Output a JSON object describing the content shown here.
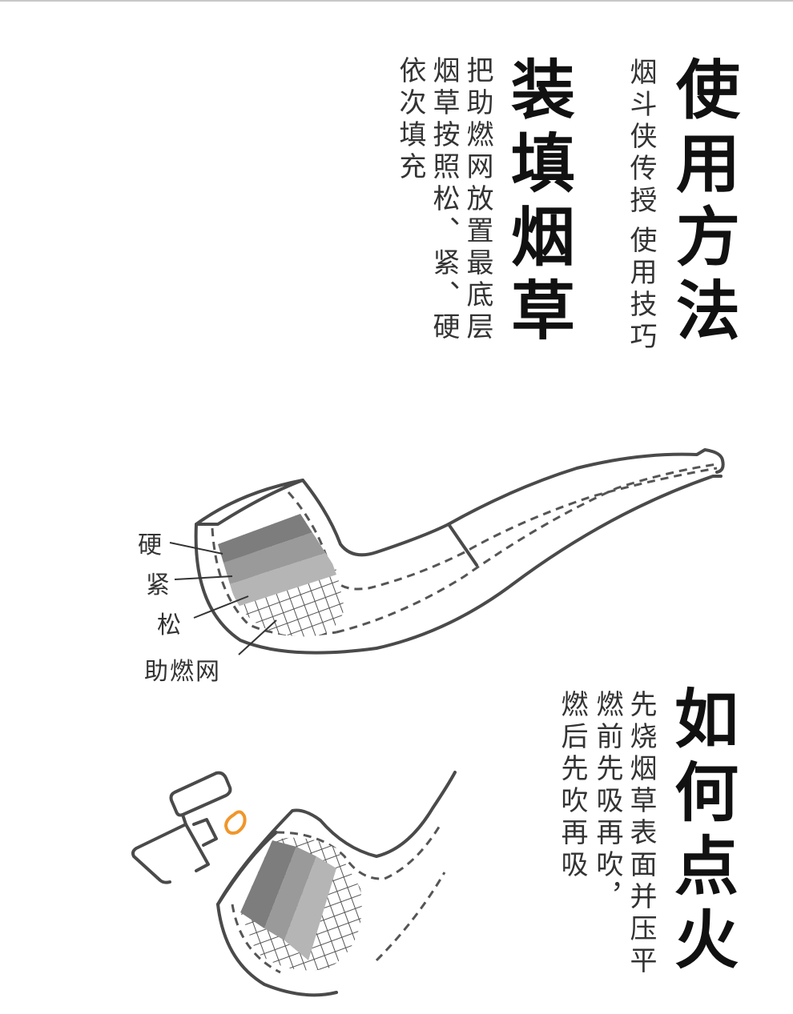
{
  "section_usage": {
    "title": "使用方法",
    "subtitle_1": "烟斗侠传授",
    "subtitle_2": "使用技巧"
  },
  "section_filling": {
    "title": "装填烟草",
    "desc_1": "把助燃网放置最底层",
    "desc_2": "烟草按照松、紧、硬",
    "desc_3": "依次填充",
    "diagram_labels": {
      "hard": "硬",
      "tight": "紧",
      "loose": "松",
      "mesh": "助燃网"
    }
  },
  "section_lighting": {
    "title": "如何点火",
    "desc_1": "先烧烟草表面并压平",
    "desc_2": "燃前先吸再吹，",
    "desc_3": "燃后先吹再吸"
  },
  "colors": {
    "outline": "#4a4a4a",
    "layer_hard": "#7d7d7d",
    "layer_tight": "#9a9a9a",
    "layer_loose": "#b5b5b5",
    "flame": "#f0962a",
    "top_border": "#c8c8c8"
  }
}
